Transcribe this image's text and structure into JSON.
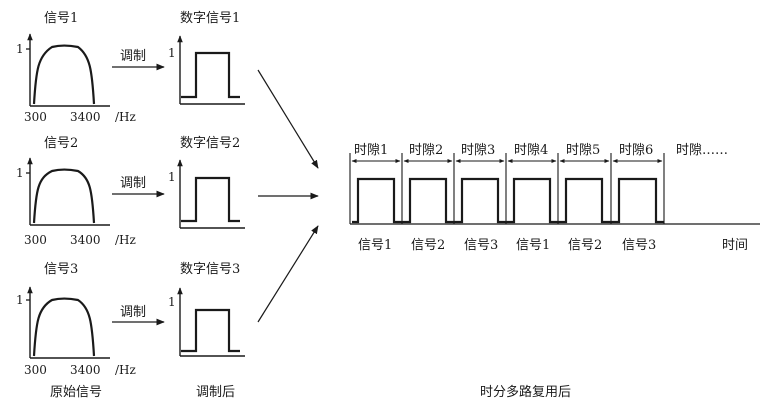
{
  "analog": [
    {
      "title": "信号1",
      "y_tick": "1",
      "x_tick_low": "300",
      "x_tick_high": "3400",
      "unit": "/Hz"
    },
    {
      "title": "信号2",
      "y_tick": "1",
      "x_tick_low": "300",
      "x_tick_high": "3400",
      "unit": "/Hz"
    },
    {
      "title": "信号3",
      "y_tick": "1",
      "x_tick_low": "300",
      "x_tick_high": "3400",
      "unit": "/Hz"
    }
  ],
  "modulate_label": "调制",
  "digital": [
    {
      "title": "数字信号1",
      "y_tick": "1"
    },
    {
      "title": "数字信号2",
      "y_tick": "1"
    },
    {
      "title": "数字信号3",
      "y_tick": "1"
    }
  ],
  "slots": [
    "时隙1",
    "时隙2",
    "时隙3",
    "时隙4",
    "时隙5",
    "时隙6"
  ],
  "slot_more": "时隙……",
  "slot_signals": [
    "信号1",
    "信号2",
    "信号3",
    "信号1",
    "信号2",
    "信号3"
  ],
  "time_label": "时间",
  "captions": {
    "original": "原始信号",
    "modulated": "调制后",
    "tdm": "时分多路复用后"
  }
}
